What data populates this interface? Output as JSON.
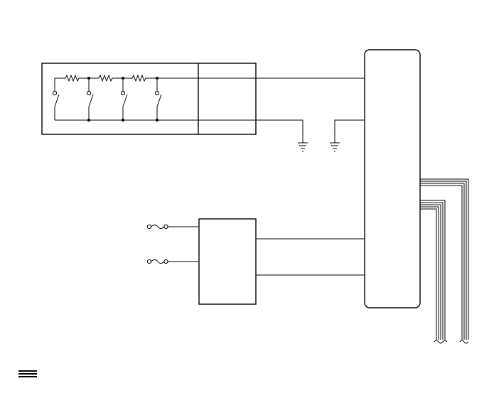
{
  "diagram": {
    "type": "wiring-schematic",
    "labels": [],
    "switch_count": 4,
    "resistor_count": 3,
    "ground_symbol_count": 2,
    "fuse_count": 2,
    "harness_bundle_count": 2,
    "legend_symbol": "harness-lines-icon",
    "line_color": "#000000",
    "background_color": "#ffffff"
  }
}
